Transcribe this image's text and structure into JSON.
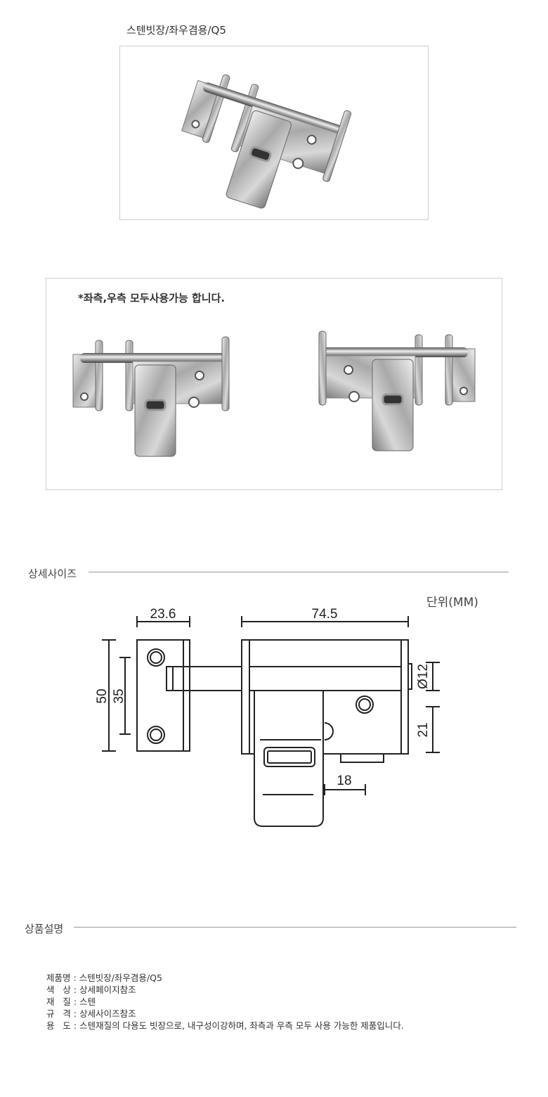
{
  "header": {
    "title": "스텐빗장/좌우겸용/Q5"
  },
  "photo2": {
    "caption": "*좌측,우측 모두사용가능 합니다."
  },
  "size_section": {
    "heading": "상세사이즈",
    "unit": "단위(MM)",
    "dimensions": {
      "plate_width": "23.6",
      "body_width": "74.5",
      "height": "50",
      "hole_spacing": "35",
      "bolt_diameter": "Ø12",
      "offset": "21",
      "hasp_offset": "18"
    }
  },
  "desc_section": {
    "heading": "상품설명",
    "rows": [
      {
        "label": "제품명",
        "value": "스텐빗장/좌우겸용/Q5"
      },
      {
        "label": "색   상",
        "value": "상세페이지참조"
      },
      {
        "label": "재   질",
        "value": "스텐"
      },
      {
        "label": "규   격",
        "value": "상세사이즈참조"
      },
      {
        "label": "용   도",
        "value": "스텐재질의 다용도 빗장으로, 내구성이강하며, 좌측과 우측 모두 사용 가능한 제품입니다."
      }
    ]
  }
}
